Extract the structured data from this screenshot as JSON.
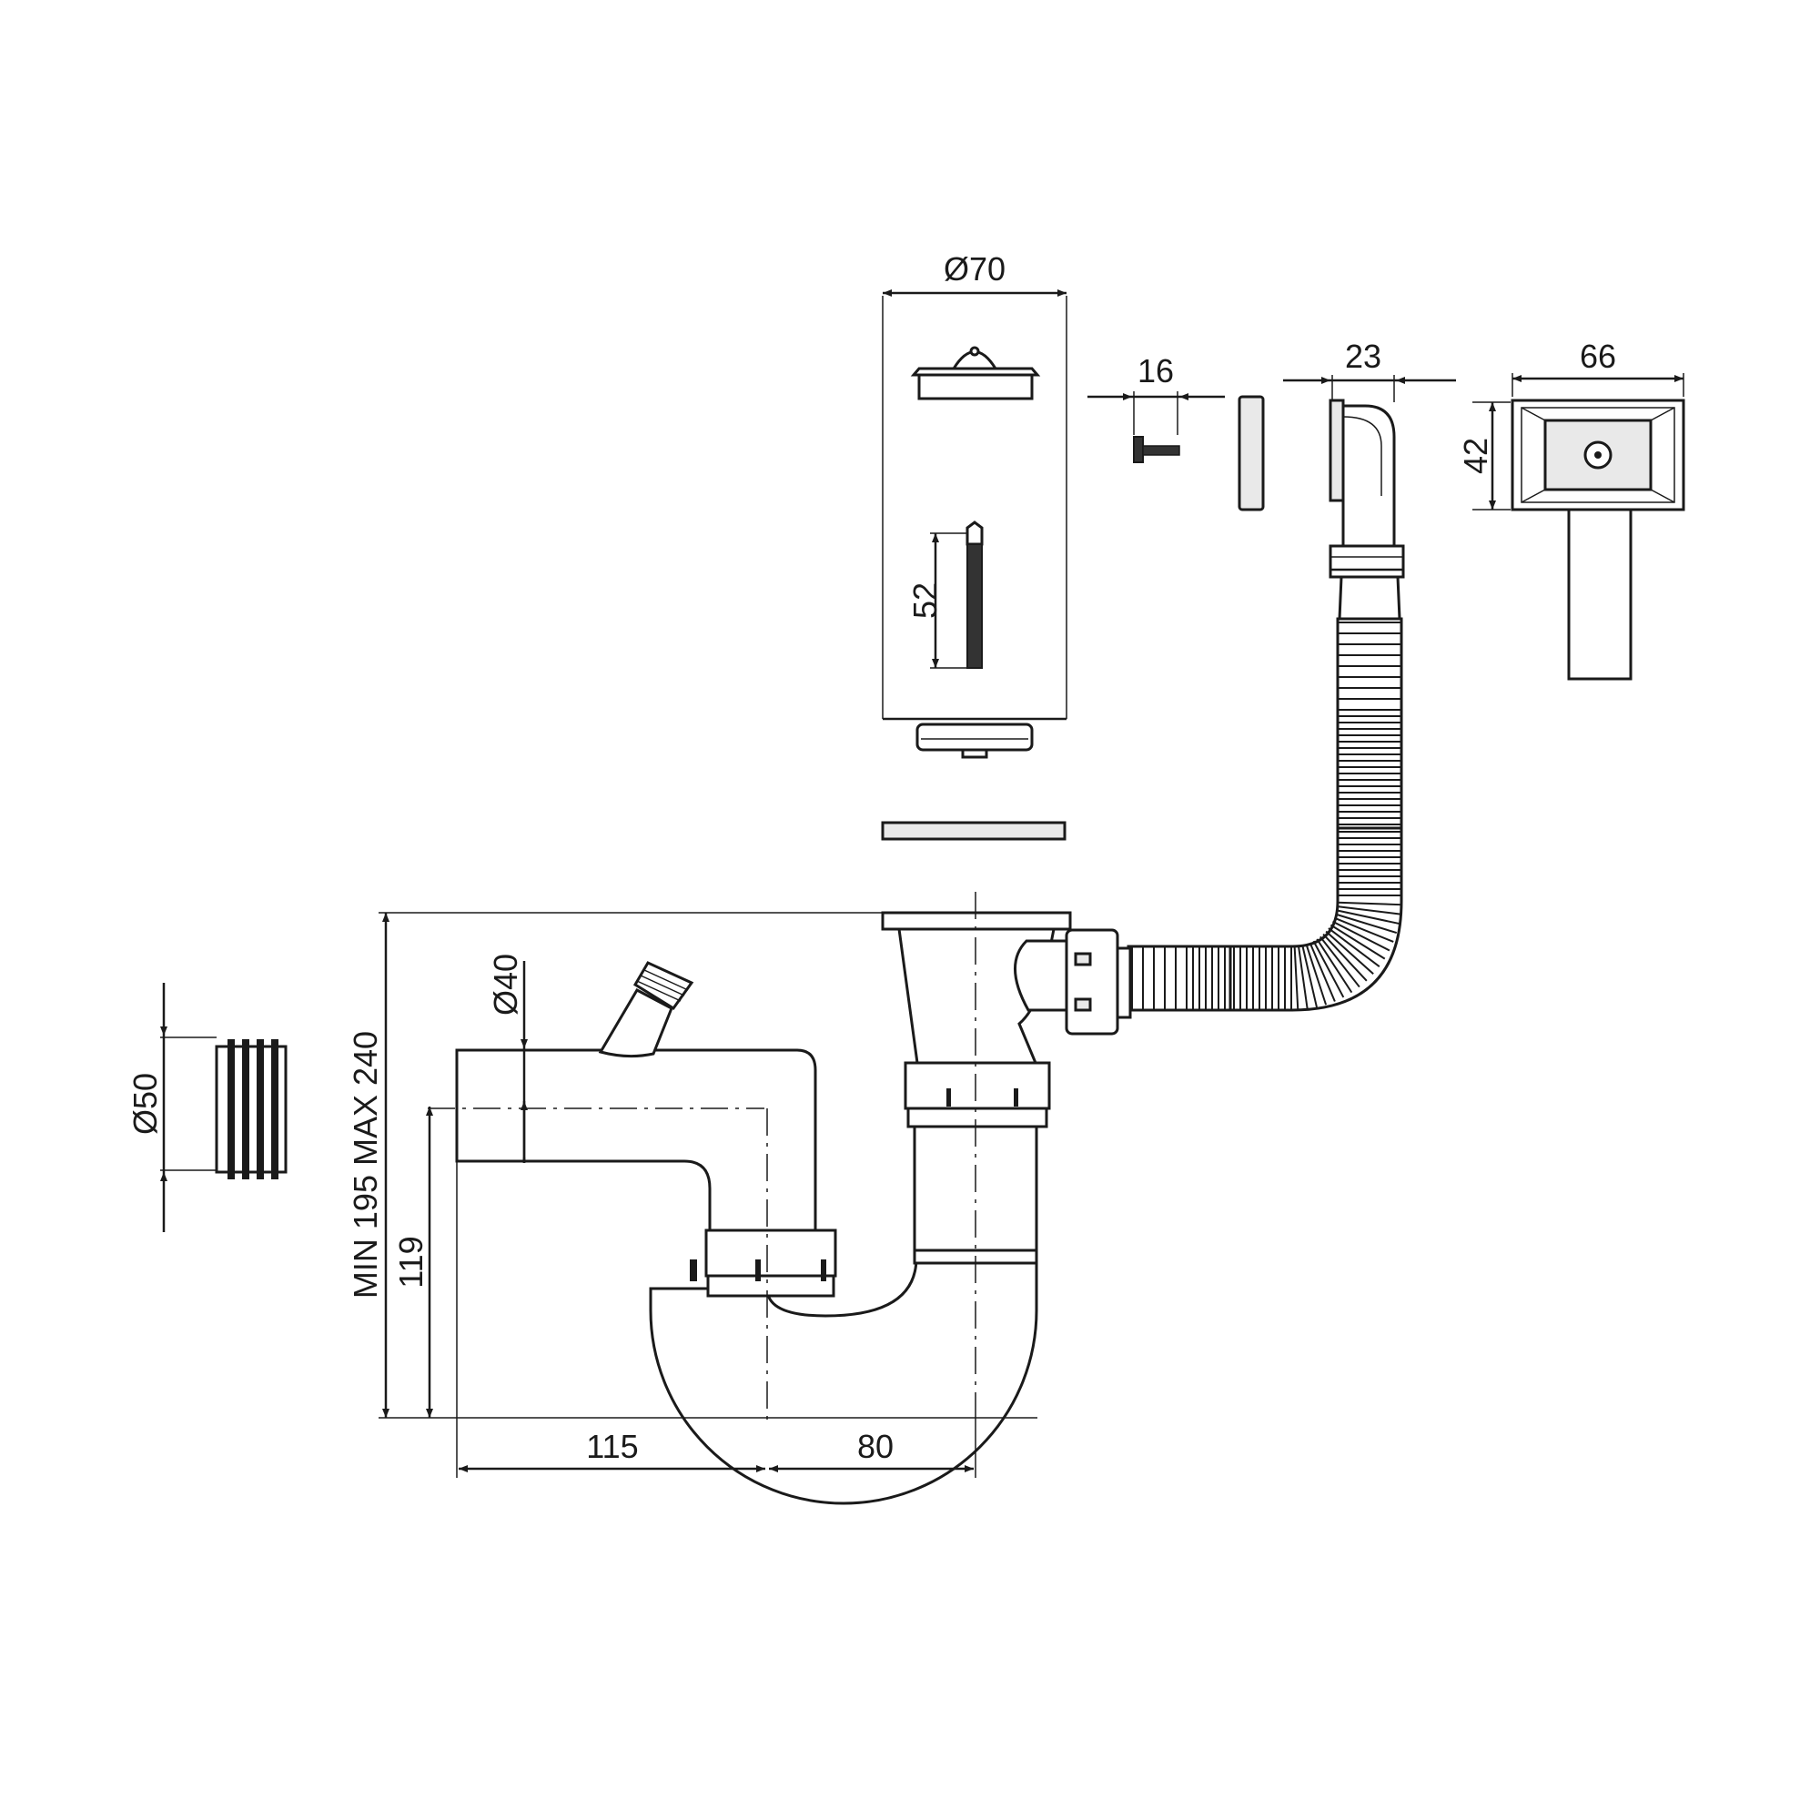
{
  "drawing": {
    "dimensions": {
      "strainer_diameter": "Ø70",
      "screw_length": "16",
      "overflow_elbow_depth": "23",
      "overflow_plate_width": "66",
      "overflow_plate_height": "42",
      "bolt_length": "52",
      "outlet_diameter": "Ø40",
      "adapter_diameter": "Ø50",
      "trap_height_range": "MIN 195 MAX 240",
      "outlet_height": "119",
      "outlet_offset": "115",
      "trap_offset": "80"
    },
    "colors": {
      "line": "#1a1a1a",
      "fill_part": "#ffffff",
      "fill_shade": "#e9e9e9"
    }
  }
}
